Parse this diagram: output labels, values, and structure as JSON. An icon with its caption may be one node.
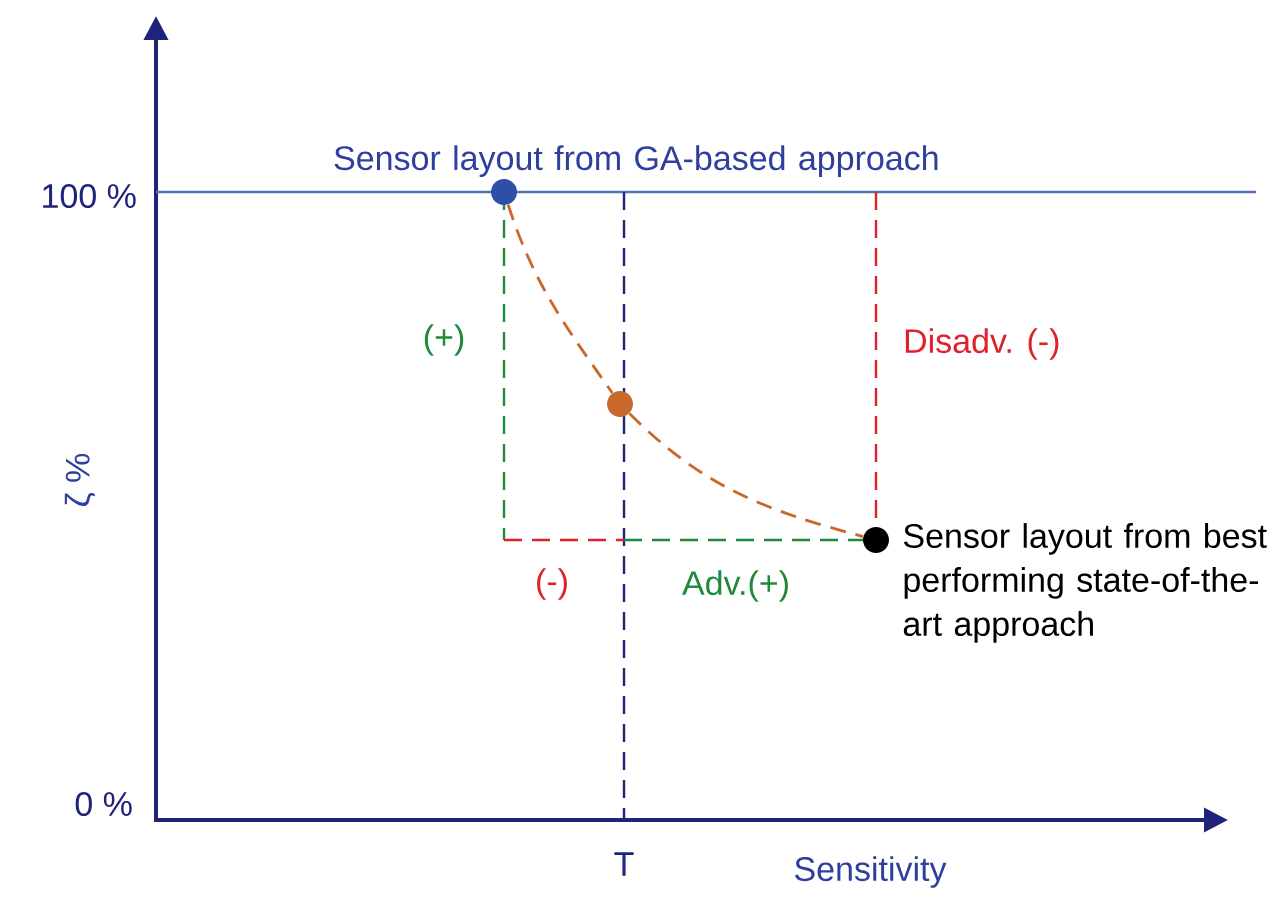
{
  "diagram": {
    "nodes": [
      {
        "text": [],
        "shape": "circle",
        "beside": [
          "Sensor layout from GA-based approach"
        ]
      },
      {
        "text": [],
        "shape": "circle"
      },
      {
        "text": [],
        "shape": "circle",
        "beside": [
          "Sensor layout from best performing state-of-the-art approach"
        ]
      }
    ],
    "edges": [
      {
        "from": 0,
        "to": 1,
        "arrow": "none",
        "style": "dashed",
        "color": "#c8682a"
      },
      {
        "from": 1,
        "to": 2,
        "arrow": "none",
        "style": "dashed",
        "color": "#c8682a"
      }
    ],
    "labels": [
      "100 %",
      "(+)",
      "Disadv. (-)",
      "ζ %",
      "(-)",
      "Adv.(+)",
      "0 %",
      "T",
      "Sensitivity"
    ]
  }
}
